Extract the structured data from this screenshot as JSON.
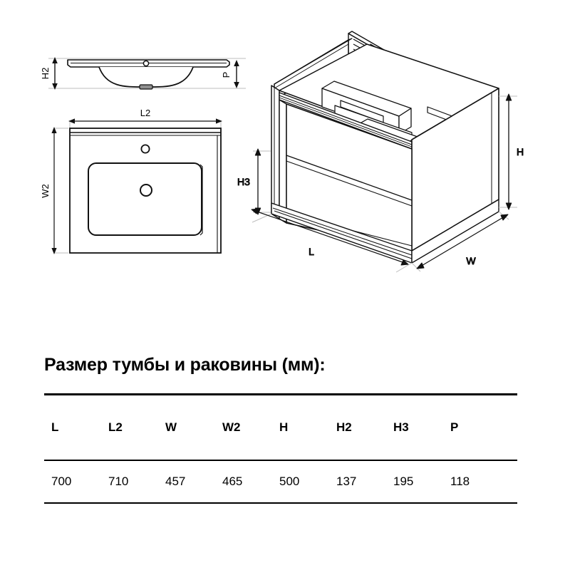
{
  "drawing": {
    "views": [
      {
        "name": "sink-side-view",
        "dimension_labels": [
          "H2",
          "P"
        ]
      },
      {
        "name": "sink-top-view",
        "dimension_labels": [
          "L2",
          "W2"
        ]
      },
      {
        "name": "cabinet-isometric-view",
        "dimension_labels": [
          "H3",
          "H",
          "L",
          "W"
        ]
      }
    ],
    "labels": {
      "h2": "H2",
      "p": "P",
      "l2": "L2",
      "w2": "W2",
      "h3": "H3",
      "h": "H",
      "l": "L",
      "w": "W"
    },
    "colors": {
      "line": "#1a1a1a",
      "shadow": "#b8b8b8",
      "background": "#ffffff"
    }
  },
  "spec": {
    "title": "Размер тумбы и раковины (мм):",
    "columns": [
      {
        "key": "L",
        "header": "L",
        "value": "700"
      },
      {
        "key": "L2",
        "header": "L2",
        "value": "710"
      },
      {
        "key": "W",
        "header": "W",
        "value": "457"
      },
      {
        "key": "W2",
        "header": "W2",
        "value": "465"
      },
      {
        "key": "H",
        "header": "H",
        "value": "500"
      },
      {
        "key": "H2",
        "header": "H2",
        "value": "137"
      },
      {
        "key": "H3",
        "header": "H3",
        "value": "195"
      },
      {
        "key": "P",
        "header": "P",
        "value": "118"
      }
    ]
  }
}
